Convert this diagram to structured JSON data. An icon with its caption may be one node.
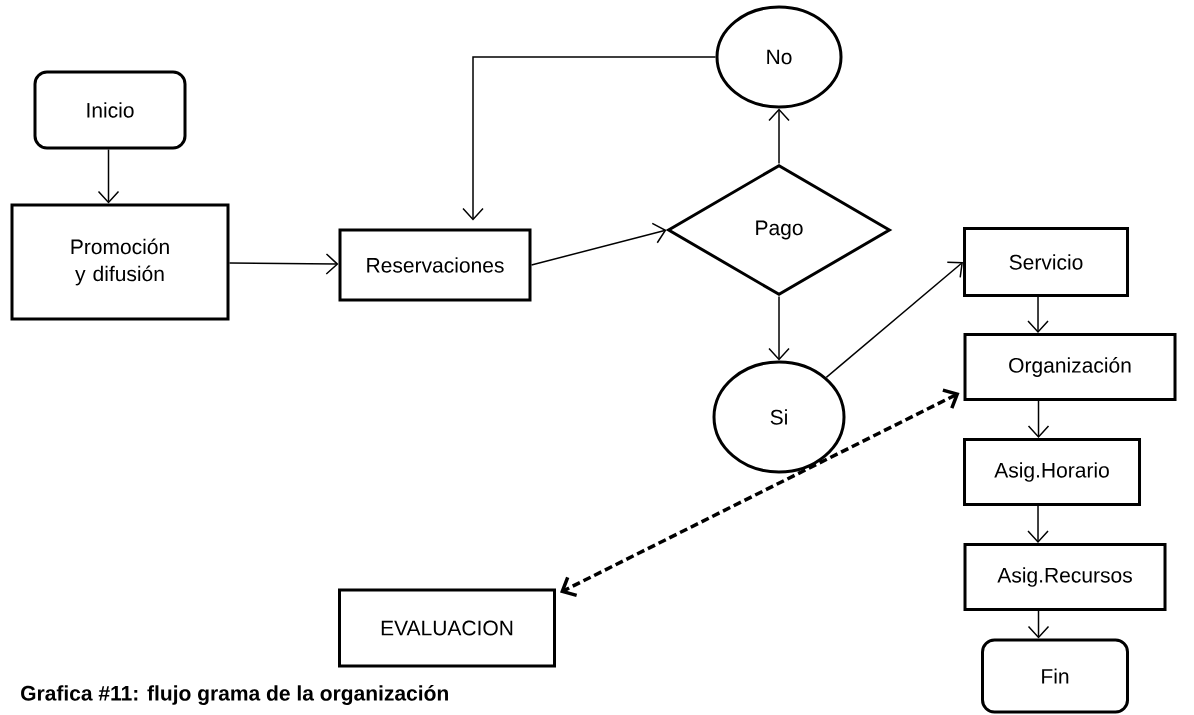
{
  "diagram": {
    "caption": "Grafica #11: flujo grama de la organización",
    "nodes": [
      {
        "text": [
          "Inicio"
        ]
      },
      {
        "text": [
          "Promoción y difusión"
        ]
      },
      {
        "text": [
          "Reservaciones"
        ]
      },
      {
        "text": [
          "Pago"
        ]
      },
      {
        "text": [
          "No"
        ]
      },
      {
        "text": [
          "Si"
        ]
      },
      {
        "text": [
          "Servicio"
        ]
      },
      {
        "text": [
          "Organización"
        ]
      },
      {
        "text": [
          "Asig.Horario"
        ]
      },
      {
        "text": [
          "Asig.Recursos"
        ]
      },
      {
        "text": [
          "EVALUACION"
        ]
      },
      {
        "text": [
          "Fin"
        ]
      }
    ],
    "edges": [
      {
        "from": 0,
        "to": 1,
        "arrow": "to"
      },
      {
        "from": 1,
        "to": 2,
        "arrow": "to"
      },
      {
        "from": 2,
        "to": 3,
        "arrow": "to"
      },
      {
        "from": 3,
        "to": 4,
        "arrow": "to"
      },
      {
        "from": 4,
        "to": 2,
        "arrow": "to"
      },
      {
        "from": 3,
        "to": 5,
        "arrow": "to"
      },
      {
        "from": 5,
        "to": 6,
        "arrow": "to"
      },
      {
        "from": 6,
        "to": 7,
        "arrow": "to"
      },
      {
        "from": 7,
        "to": 8,
        "arrow": "to"
      },
      {
        "from": 8,
        "to": 9,
        "arrow": "to"
      },
      {
        "from": 9,
        "to": 11,
        "arrow": "to"
      },
      {
        "from": 7,
        "to": 10,
        "arrow": "both",
        "style": "dashed"
      }
    ]
  }
}
